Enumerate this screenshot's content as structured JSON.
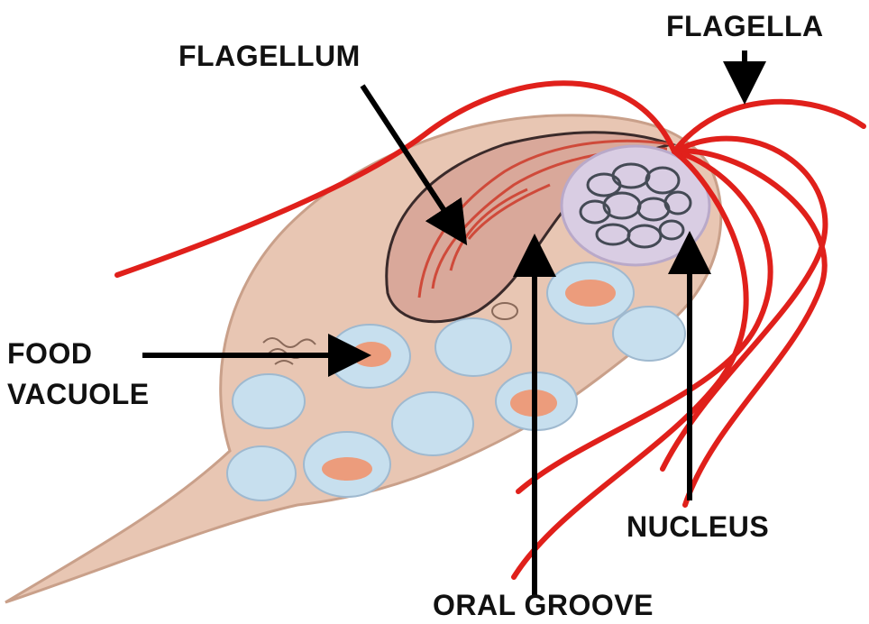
{
  "labels": {
    "flagellum": "FLAGELLUM",
    "flagella": "FLAGELLA",
    "food_vacuole_line1": "FOOD",
    "food_vacuole_line2": "VACUOLE",
    "nucleus": "NUCLEUS",
    "oral_groove": "ORAL GROOVE"
  },
  "colors": {
    "cell_body": "#e8c6b3",
    "cell_outline": "#c9a08a",
    "flagella_red": "#e0201b",
    "vacuole_blue": "#b9d7ec",
    "vacuole_food": "#ec9c7c",
    "nucleus_fill": "#d9cde3",
    "oral_groove_fill": "#d9a89a",
    "arrow": "#000000",
    "text": "#111111"
  }
}
